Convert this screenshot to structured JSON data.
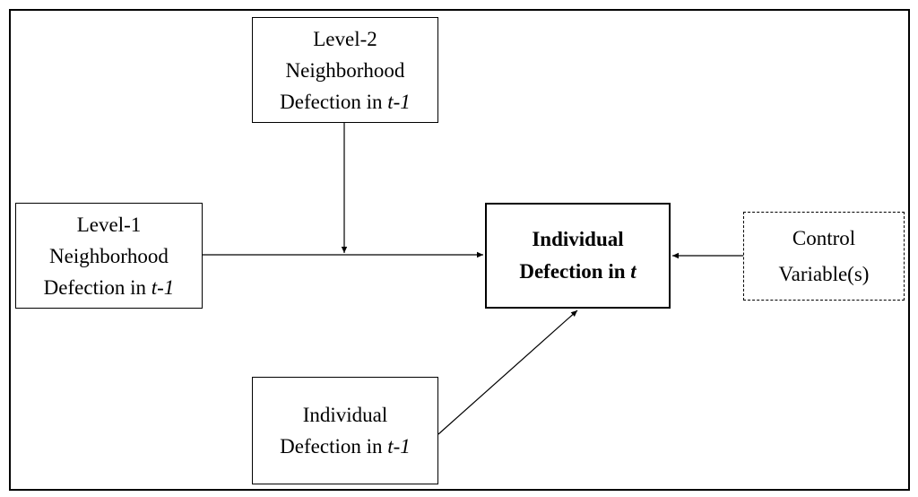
{
  "diagram": {
    "nodes": {
      "level2": {
        "line1": "Level-2",
        "line2": "Neighborhood",
        "line3_prefix": "Defection in ",
        "line3_italic": "t-1"
      },
      "level1": {
        "line1": "Level-1",
        "line2": "Neighborhood",
        "line3_prefix": "Defection in ",
        "line3_italic": "t-1"
      },
      "target": {
        "line1": "Individual",
        "line2_prefix": "Defection in ",
        "line2_italic": "t"
      },
      "control": {
        "line1": "Control",
        "line2": "Variable(s)"
      },
      "individual_prev": {
        "line1": "Individual",
        "line2_prefix": "Defection in ",
        "line2_italic": "t-1"
      }
    },
    "edges": [
      {
        "from": "level1",
        "to": "target",
        "style": "solid"
      },
      {
        "from": "level2",
        "to": "level1->target",
        "style": "solid",
        "kind": "moderation"
      },
      {
        "from": "control",
        "to": "target",
        "style": "solid"
      },
      {
        "from": "individual_prev",
        "to": "target",
        "style": "solid"
      }
    ]
  }
}
